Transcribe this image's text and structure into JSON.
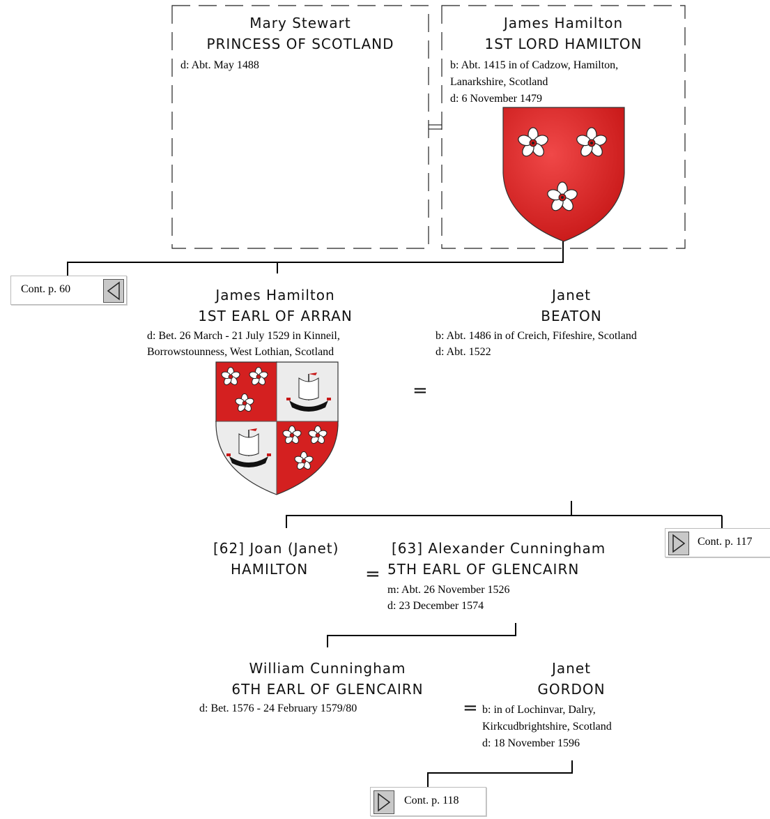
{
  "persons": {
    "mary": {
      "given": "Mary Stewart",
      "title": "PRINCESS OF SCOTLAND",
      "facts": [
        "d: Abt. May 1488"
      ]
    },
    "james_lord": {
      "given": "James Hamilton",
      "title": "1ST LORD HAMILTON",
      "facts": [
        "b: Abt. 1415 in of Cadzow, Hamilton,",
        "Lanarkshire, Scotland",
        "d: 6 November 1479"
      ]
    },
    "james_earl": {
      "given": "James Hamilton",
      "title": "1ST EARL OF ARRAN",
      "facts": [
        "d: Bet. 26 March - 21 July 1529 in Kinneil,",
        "Borrowstounness, West Lothian, Scotland"
      ]
    },
    "janet_beaton": {
      "given": "Janet",
      "title": "BEATON",
      "facts": [
        "b: Abt. 1486 in of Creich, Fifeshire, Scotland",
        "d: Abt. 1522"
      ]
    },
    "joan": {
      "given": "[62] Joan (Janet)",
      "title": "HAMILTON"
    },
    "alexander": {
      "given": "[63] Alexander Cunningham",
      "title": "5TH EARL OF GLENCAIRN",
      "facts": [
        "m: Abt. 26 November 1526",
        "d: 23 December 1574"
      ]
    },
    "william": {
      "given": "William Cunningham",
      "title": "6TH EARL OF GLENCAIRN",
      "facts": [
        "d: Bet. 1576 - 24 February 1579/80"
      ]
    },
    "janet_gordon": {
      "given": "Janet",
      "title": "GORDON",
      "facts": [
        "b: in of Lochinvar, Dalry,",
        "Kirkcudbrightshire, Scotland",
        "d: 18 November 1596"
      ]
    }
  },
  "marriage_symbol": "=",
  "continuations": {
    "p60": "Cont. p. 60",
    "p117": "Cont. p. 117",
    "p118": "Cont. p. 118"
  },
  "colors": {
    "shield_red": "#d42020",
    "shield_silver": "#e8e8e8",
    "line": "#000000"
  },
  "icons": {
    "prev": "left-triangle-icon",
    "next": "right-triangle-icon"
  }
}
